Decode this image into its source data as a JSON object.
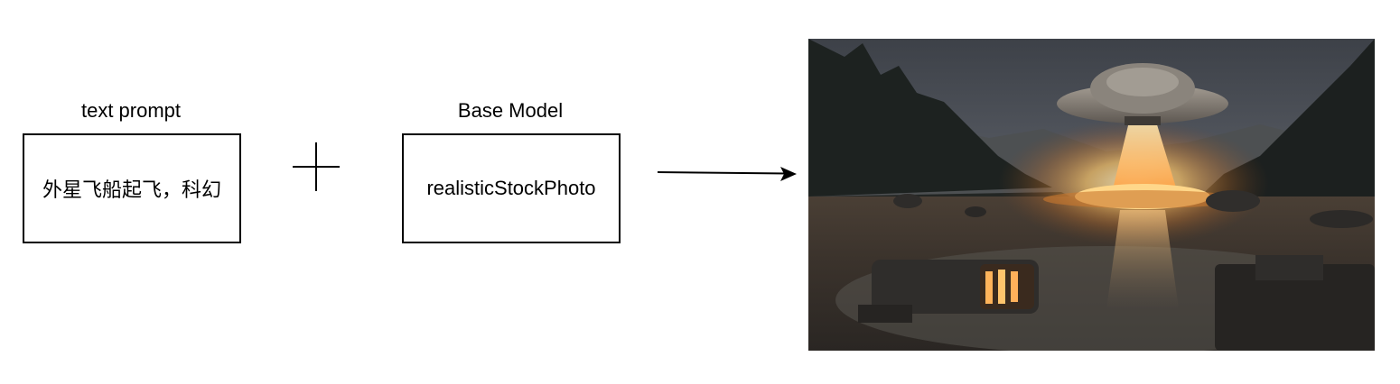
{
  "labels": {
    "text_prompt": "text prompt",
    "base_model": "Base Model"
  },
  "boxes": {
    "prompt_value": "外星飞船起飞，科幻",
    "model_value": "realisticStockPhoto"
  },
  "icons": {
    "plus": "plus-icon",
    "arrow": "right-arrow-icon"
  },
  "output_image": {
    "description_name": "generated-image"
  }
}
